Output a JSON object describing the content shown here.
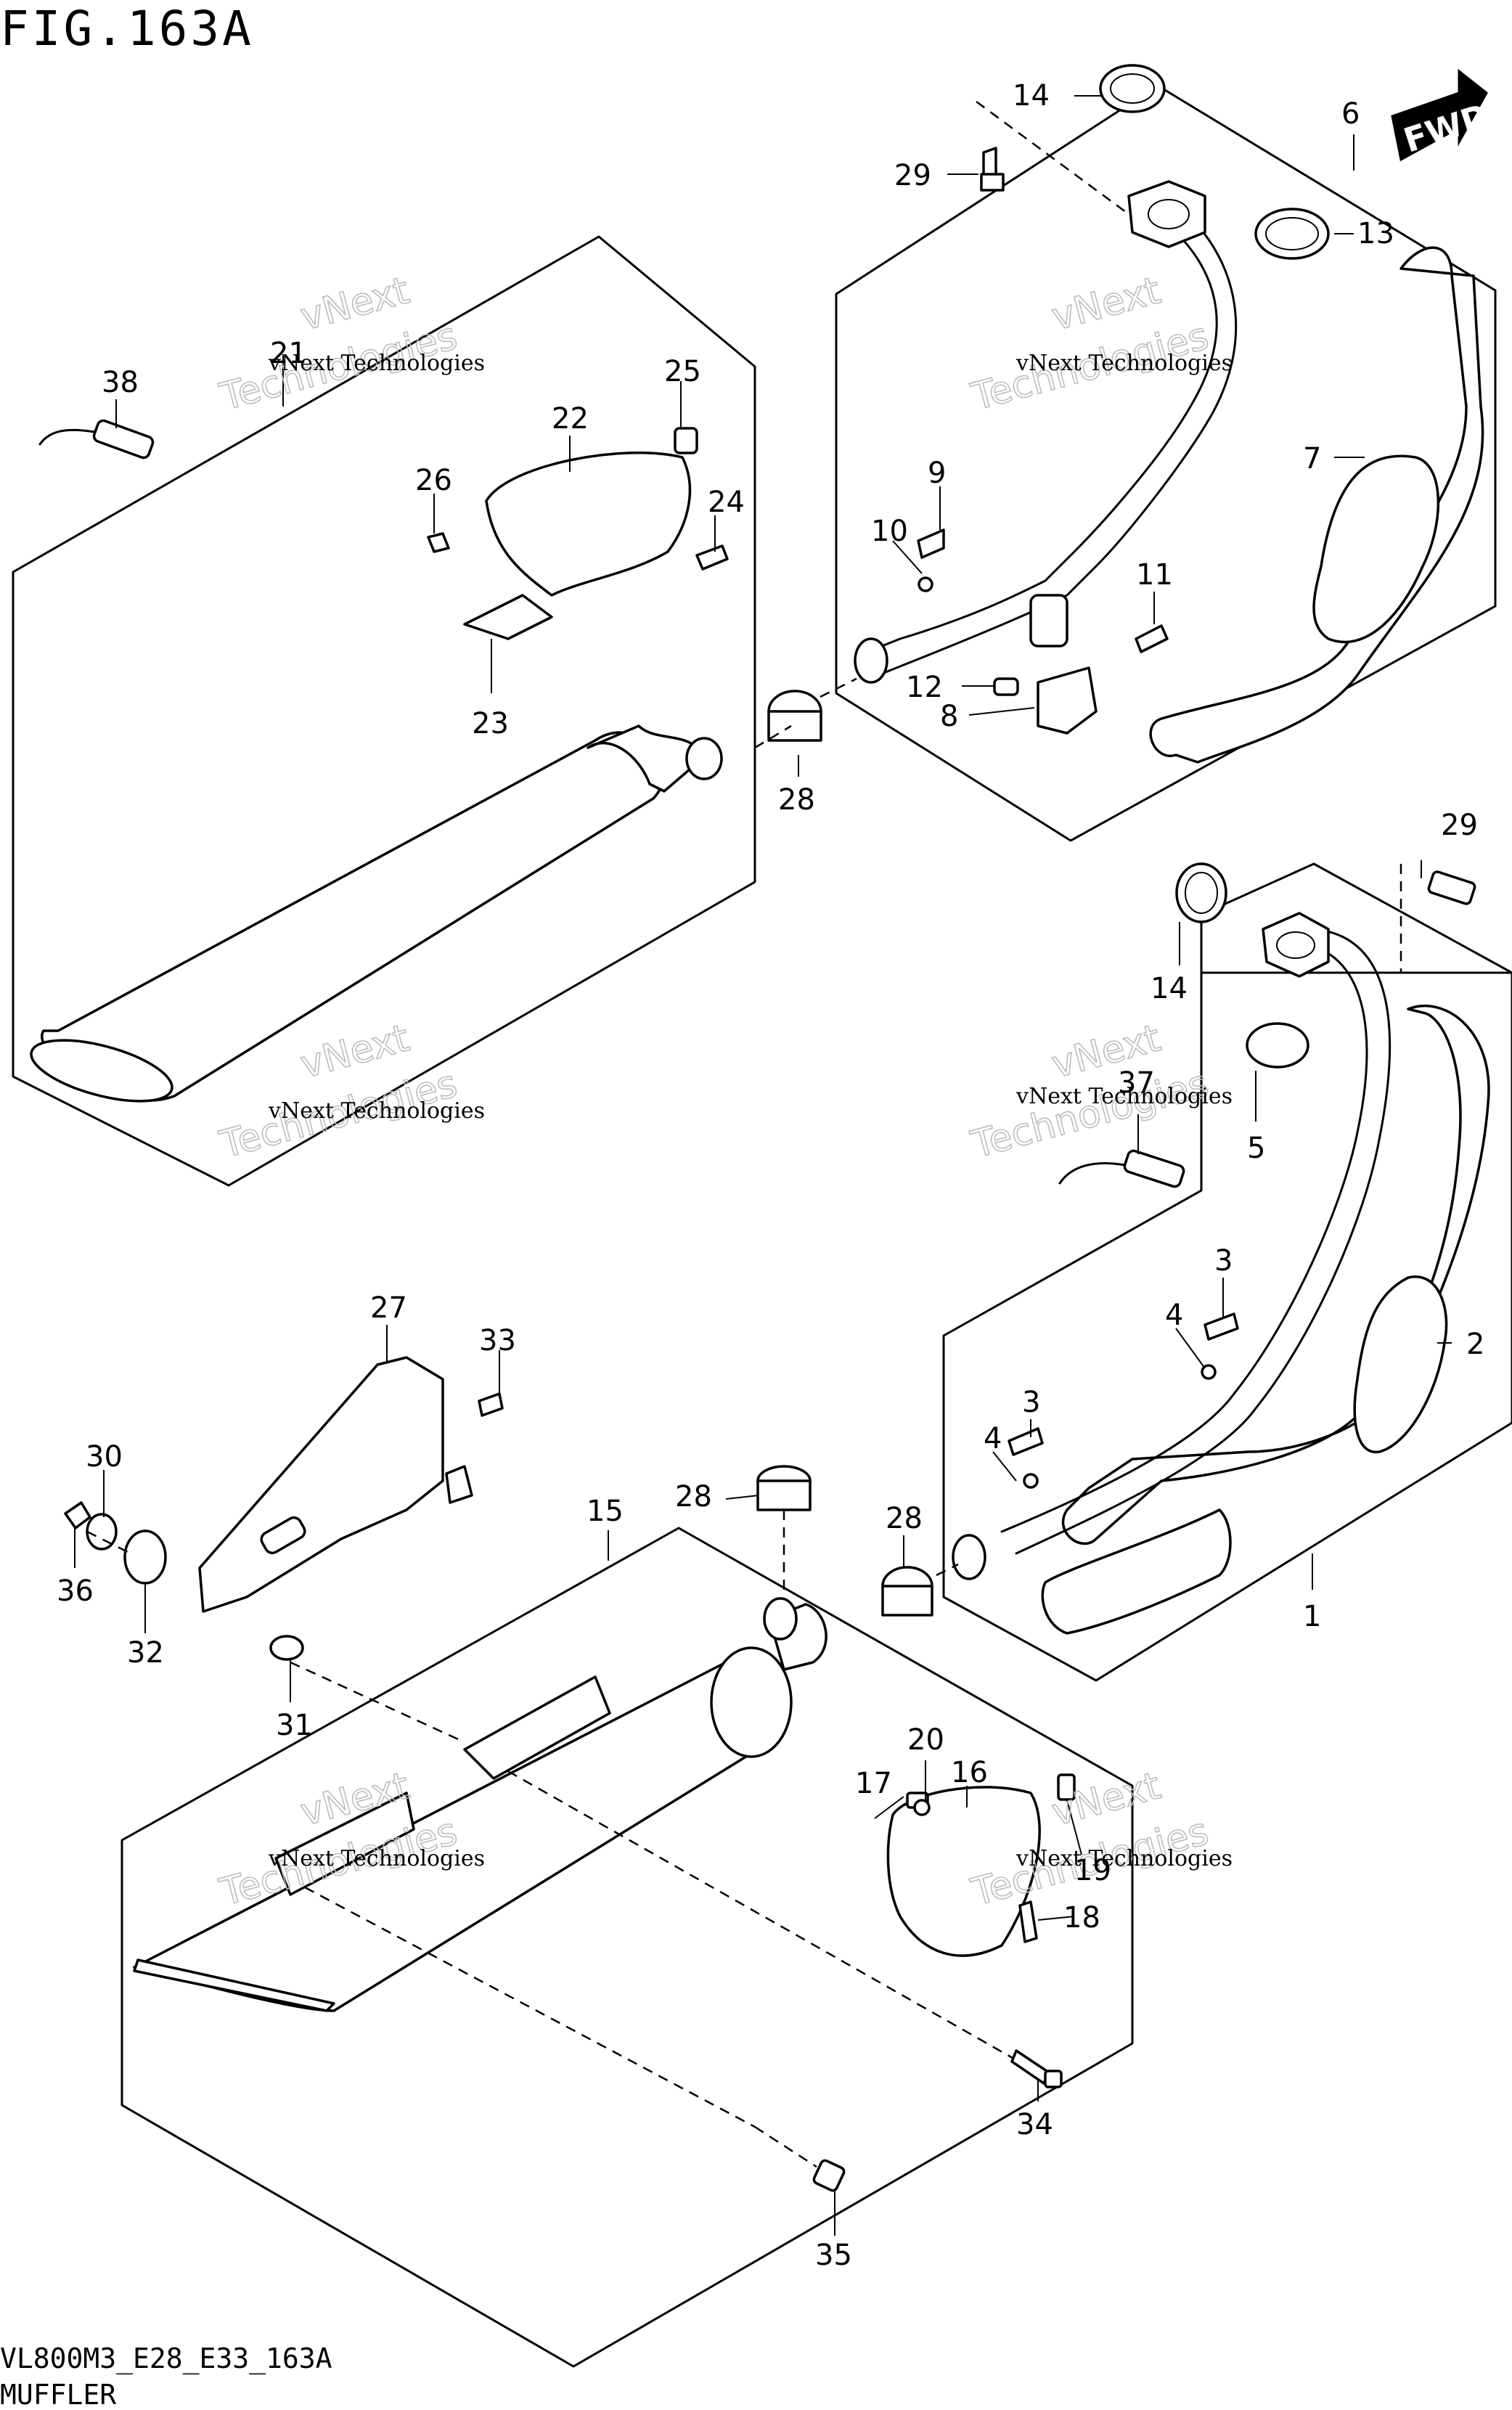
{
  "figure": {
    "title": "FIG.163A",
    "model_code": "VL800M3_E28_E33_163A",
    "section_name": "MUFFLER",
    "direction_label": "FWD"
  },
  "watermark": {
    "line1": "vNext Technologies",
    "line2": "Technologies",
    "line3": "vNext"
  },
  "callouts": [
    {
      "id": "c1",
      "text": "1"
    },
    {
      "id": "c2",
      "text": "2"
    },
    {
      "id": "c3a",
      "text": "3"
    },
    {
      "id": "c3b",
      "text": "3"
    },
    {
      "id": "c4a",
      "text": "4"
    },
    {
      "id": "c4b",
      "text": "4"
    },
    {
      "id": "c5",
      "text": "5"
    },
    {
      "id": "c6",
      "text": "6"
    },
    {
      "id": "c7",
      "text": "7"
    },
    {
      "id": "c8",
      "text": "8"
    },
    {
      "id": "c9",
      "text": "9"
    },
    {
      "id": "c10",
      "text": "10"
    },
    {
      "id": "c11",
      "text": "11"
    },
    {
      "id": "c12",
      "text": "12"
    },
    {
      "id": "c13",
      "text": "13"
    },
    {
      "id": "c14a",
      "text": "14"
    },
    {
      "id": "c14b",
      "text": "14"
    },
    {
      "id": "c15",
      "text": "15"
    },
    {
      "id": "c16",
      "text": "16"
    },
    {
      "id": "c17",
      "text": "17"
    },
    {
      "id": "c18",
      "text": "18"
    },
    {
      "id": "c19",
      "text": "19"
    },
    {
      "id": "c20",
      "text": "20"
    },
    {
      "id": "c21",
      "text": "21"
    },
    {
      "id": "c22",
      "text": "22"
    },
    {
      "id": "c23",
      "text": "23"
    },
    {
      "id": "c24",
      "text": "24"
    },
    {
      "id": "c25",
      "text": "25"
    },
    {
      "id": "c26",
      "text": "26"
    },
    {
      "id": "c27",
      "text": "27"
    },
    {
      "id": "c28a",
      "text": "28"
    },
    {
      "id": "c28b",
      "text": "28"
    },
    {
      "id": "c28c",
      "text": "28"
    },
    {
      "id": "c29a",
      "text": "29"
    },
    {
      "id": "c29b",
      "text": "29"
    },
    {
      "id": "c30",
      "text": "30"
    },
    {
      "id": "c31",
      "text": "31"
    },
    {
      "id": "c32",
      "text": "32"
    },
    {
      "id": "c33",
      "text": "33"
    },
    {
      "id": "c34",
      "text": "34"
    },
    {
      "id": "c35",
      "text": "35"
    },
    {
      "id": "c36",
      "text": "36"
    },
    {
      "id": "c37",
      "text": "37"
    },
    {
      "id": "c38",
      "text": "38"
    }
  ]
}
